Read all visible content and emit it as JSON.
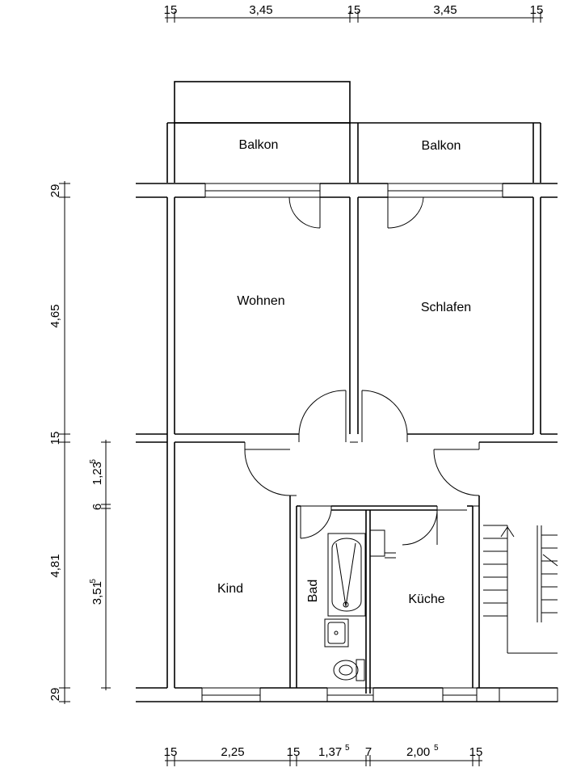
{
  "rooms": {
    "balkon_left": "Balkon",
    "balkon_right": "Balkon",
    "wohnen": "Wohnen",
    "schlafen": "Schlafen",
    "kind": "Kind",
    "bad": "Bad",
    "kueche": "Küche"
  },
  "top_dims": [
    "15",
    "3,45",
    "15",
    "3,45",
    "15"
  ],
  "bottom_dims": [
    {
      "main": "15",
      "sup": ""
    },
    {
      "main": "2,25",
      "sup": ""
    },
    {
      "main": "15",
      "sup": ""
    },
    {
      "main": "1,37",
      "sup": "5"
    },
    {
      "main": "7",
      "sup": ""
    },
    {
      "main": "2,00",
      "sup": "5"
    },
    {
      "main": "15",
      "sup": ""
    }
  ],
  "left_outer_dims": [
    "29",
    "4,65",
    "15",
    "4,81",
    "29"
  ],
  "left_inner_dims": [
    {
      "main": "1,23",
      "sup": "5"
    },
    {
      "main": "6",
      "sup": ""
    },
    {
      "main": "3,51",
      "sup": "5"
    }
  ]
}
